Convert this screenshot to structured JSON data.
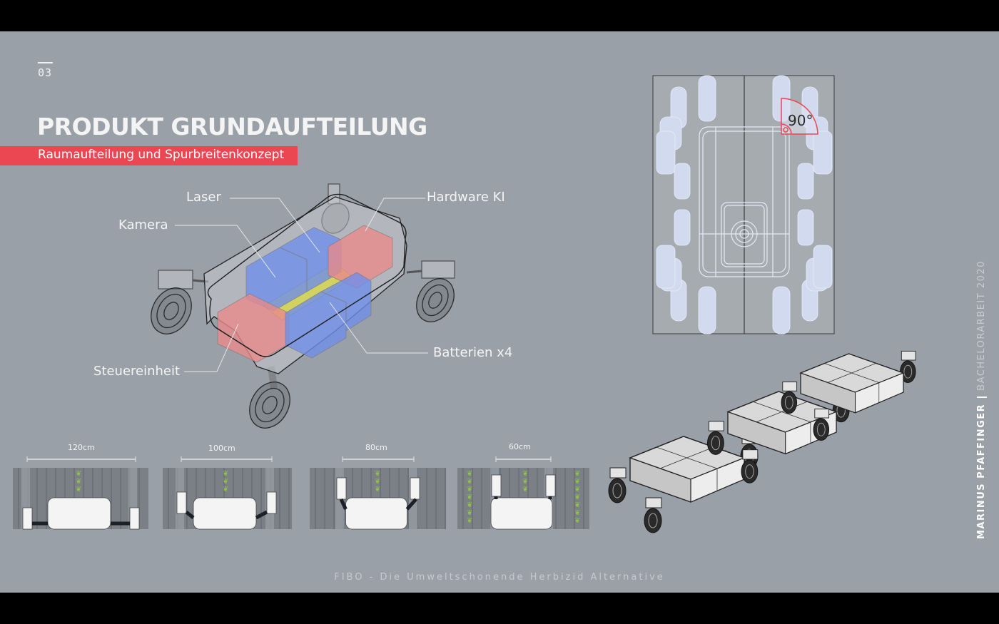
{
  "slide": {
    "number": "03",
    "title": "PRODUKT GRUNDAUFTEILUNG",
    "subtitle": "Raumaufteilung und Spurbreitenkonzept",
    "footer": "FIBO - Die Umweltschonende Herbizid Alternative"
  },
  "author": {
    "name": "MARINUS PFAFFINGER",
    "project": "BACHELORARBEIT 2020"
  },
  "component_labels": {
    "laser": "Laser",
    "hardware_ki": "Hardware KI",
    "kamera": "Kamera",
    "steuereinheit": "Steuereinheit",
    "batterien": "Batterien x4"
  },
  "component_colors": {
    "battery": "#6f8fe8",
    "hardware": "#e88a8a",
    "sensor": "#d8d84a",
    "accent": "#ea4752"
  },
  "top_view": {
    "angle_label": "90°"
  },
  "track_widths": [
    {
      "label": "120cm"
    },
    {
      "label": "100cm"
    },
    {
      "label": "80cm"
    },
    {
      "label": "60cm"
    }
  ],
  "icons": {
    "plant": "sprout-icon",
    "robot": "robot-vehicle-illustration"
  }
}
